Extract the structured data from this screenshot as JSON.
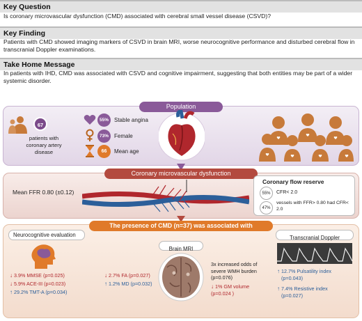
{
  "key_question": {
    "title": "Key Question",
    "text": "Is coronary microvascular dysfunction (CMD) associated with cerebral small vessel disease (CSVD)?"
  },
  "key_finding": {
    "title": "Key Finding",
    "text": "Patients with CMD showed imaging markers of CSVD in brain MRI, worse neurocognitive performance and disturbed cerebral flow in transcranial Doppler examinations."
  },
  "take_home": {
    "title": "Take Home Message",
    "text": "In patients with IHD, CMD was associated with CSVD and cognitive impairment, suggesting that both entities may be part of a wider systemic disorder."
  },
  "population": {
    "title": "Population",
    "count": "67",
    "count_label": "patients with coronary artery disease",
    "stats": [
      {
        "value": "55%",
        "label": "Stable angina",
        "icon": "heart-icon"
      },
      {
        "value": "73%",
        "label": "Female",
        "icon": "female-icon"
      },
      {
        "value": "66",
        "label": "Mean age",
        "icon": "hourglass-icon"
      }
    ]
  },
  "cmd": {
    "title": "Coronary microvascular dysfunction",
    "ffr": "Mean FFR 0.80 (±0.12)",
    "cfr_title": "Coronary flow reserve",
    "cfr_items": [
      {
        "pct": "55%",
        "text": "CFR< 2.0"
      },
      {
        "pct": "47%",
        "text": "vessels with FFR> 0.80 had CFR< 2.0"
      }
    ]
  },
  "assoc": {
    "title": "The presence of CMD (n=37) was associated with",
    "neuro_title": "Neurocognitive evaluation",
    "neuro_stats": [
      {
        "arrow": "down",
        "text": "3.9% MMSE (p=0.025)"
      },
      {
        "arrow": "down",
        "text": "5.9% ACE-III (p=0.023)"
      },
      {
        "arrow": "up",
        "text": "29.2% TMT-A (p=0.034)"
      }
    ],
    "mri_title": "Brain MRI",
    "mri_stats": [
      {
        "arrow": "down",
        "text": "2.7% FA (p=0.027)"
      },
      {
        "arrow": "up",
        "text": "1.2% MD (p=0.032)"
      }
    ],
    "wmh": "3x increased odds of severe WMH burden (p=0.076)",
    "gm": "1% GM volume (p=0.024 )",
    "doppler_title": "Transcranial Doppler",
    "doppler_stats": [
      {
        "arrow": "up",
        "text": "12.7% Pulsatility index (p=0.043)"
      },
      {
        "arrow": "up",
        "text": "7.4% Resistive index (p=0.027)"
      }
    ]
  },
  "colors": {
    "purple": "#7b4a8a",
    "orange": "#e07a2a",
    "red": "#b0272d",
    "blue": "#2c5f9a"
  }
}
